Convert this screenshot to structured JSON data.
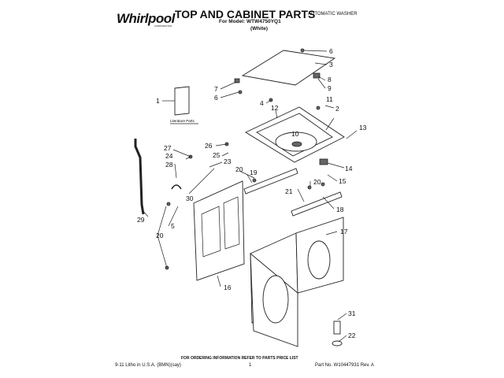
{
  "header": {
    "brand": "Whirlpool",
    "brand_sub": "CORPORATION",
    "title": "TOP AND CABINET PARTS",
    "model_line": "For Model: WTW4750YQ1",
    "color_line": "(White)",
    "product_type": "AUTOMATIC WASHER"
  },
  "diagram": {
    "literature_label": "Literature Parts",
    "callouts": [
      "1",
      "2",
      "3",
      "4",
      "5",
      "6",
      "6",
      "7",
      "8",
      "9",
      "10",
      "11",
      "12",
      "13",
      "14",
      "15",
      "16",
      "17",
      "18",
      "19",
      "20",
      "20",
      "20",
      "21",
      "22",
      "23",
      "24",
      "25",
      "26",
      "27",
      "28",
      "29",
      "30",
      "31"
    ]
  },
  "footer": {
    "order_note": "FOR ORDERING INFORMATION REFER TO PARTS PRICE LIST",
    "litho": "9-11 Litho in U.S.A. (BMN)(say)",
    "page": "1",
    "part_no": "Part No. W10447931 Rev. A"
  },
  "colors": {
    "ink": "#111111",
    "paper": "#ffffff"
  }
}
